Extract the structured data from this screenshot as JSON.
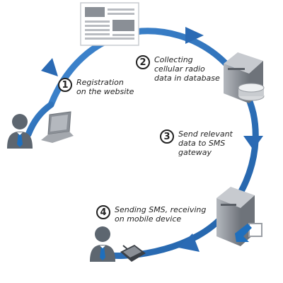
{
  "colors": {
    "arrow": "#2a6ab4",
    "arrow_light": "#3f86cf",
    "person_gray": "#5d6670",
    "tie_blue": "#1f6fbd",
    "server_gray": "#8a8f96"
  },
  "icons": [
    "website-document-icon",
    "database-server-icon",
    "sms-gateway-server-icon",
    "user-with-laptop-icon",
    "user-with-mobile-icon"
  ],
  "steps": [
    {
      "number": "1",
      "label": "Registration\non the website"
    },
    {
      "number": "2",
      "label": "Collecting\ncellular radio\ndata in database"
    },
    {
      "number": "3",
      "label": "Send relevant\ndata to SMS\ngateway"
    },
    {
      "number": "4",
      "label": "Sending SMS, receiving\non mobile device"
    }
  ]
}
